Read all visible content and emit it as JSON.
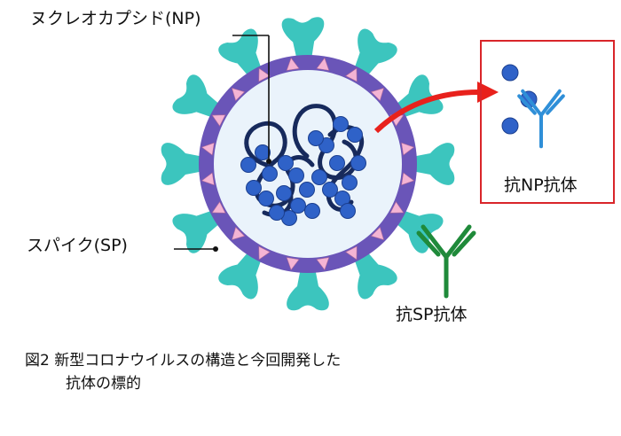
{
  "labels": {
    "nucleocapsid": "ヌクレオカプシド(NP)",
    "spike": "スパイク(SP)",
    "anti_np": "抗NP抗体",
    "anti_sp": "抗SP抗体"
  },
  "caption": {
    "line1": "図2 新型コロナウイルスの構造と今回開発した",
    "line2": "抗体の標的"
  },
  "colors": {
    "spike": "#3cc5be",
    "envelope": "#6a55b8",
    "membrane_protein": "#f4b4d4",
    "interior": "#eaf3fb",
    "np_protein": "#2f62c8",
    "rna": "#172a5c",
    "anti_np_antibody": "#2f8fd8",
    "anti_sp_antibody": "#1f8a3a",
    "arrow": "#e8211c",
    "box_border": "#d9252a"
  },
  "icons": [
    "virus-particle-icon",
    "antibody-icon",
    "arrow-icon"
  ]
}
